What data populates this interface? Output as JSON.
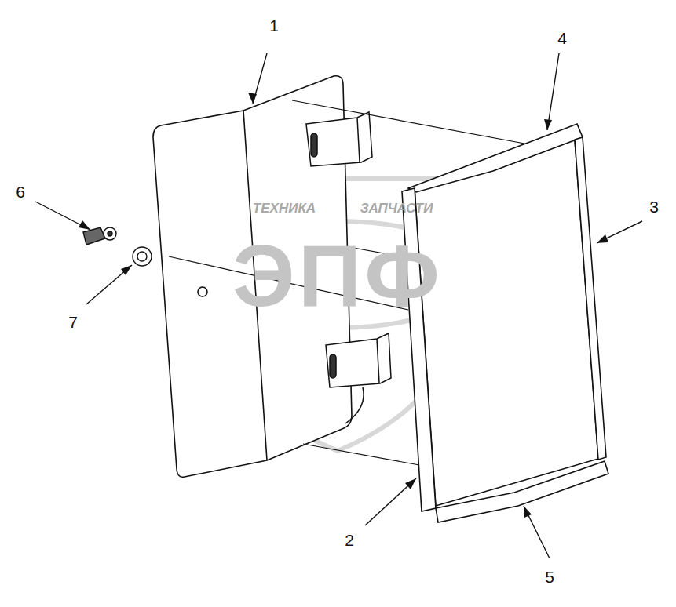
{
  "diagram": {
    "labels": [
      "1",
      "4",
      "3",
      "6",
      "7",
      "2",
      "5",
      "ТЕХНИКА",
      "ЗАПЧАСТИ",
      "ЭПФ"
    ]
  }
}
